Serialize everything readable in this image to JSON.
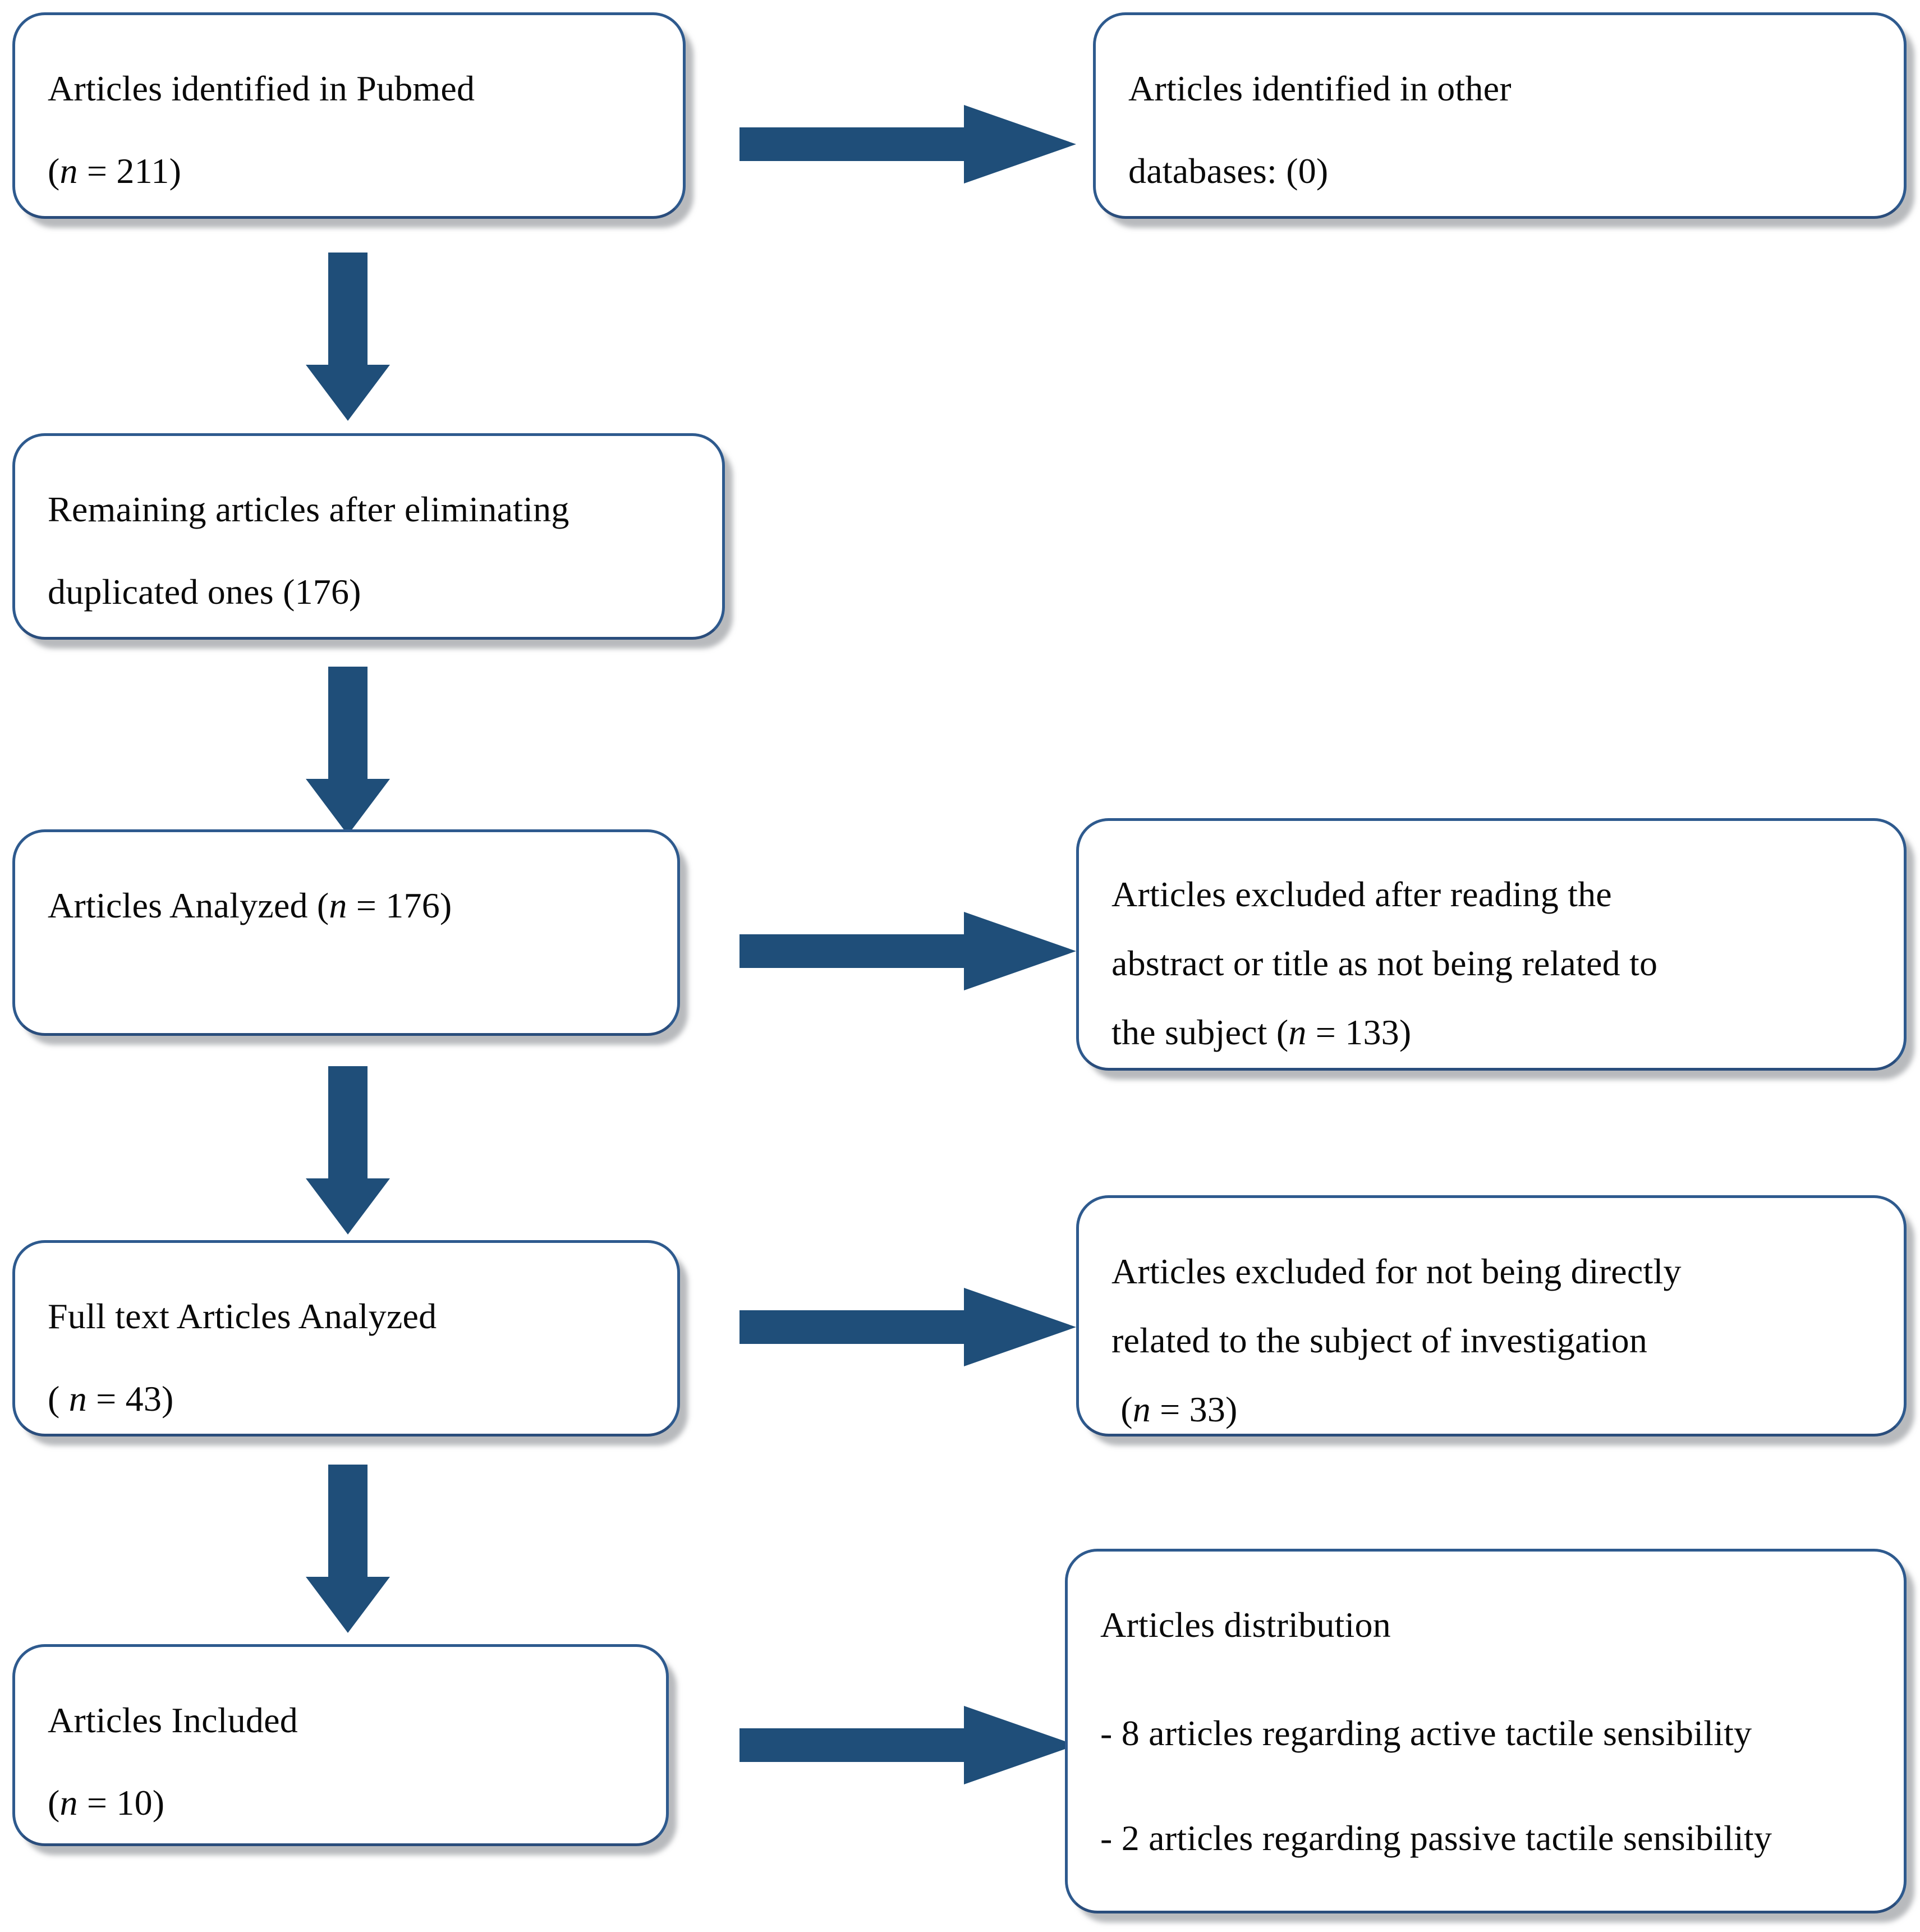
{
  "diagram": {
    "title": "PRISMA article selection flow diagram",
    "accent_color": "#1F4E79",
    "arrow_color": "#1F4E79",
    "border_color": "#2E5A8E",
    "background_color": "#FFFFFF",
    "text_color": "#000000"
  },
  "nodes": {
    "pubmed": {
      "name": "Articles identified in Pubmed",
      "line1": "Articles identified in Pubmed",
      "line2_prefix": "(",
      "line2_var": "n",
      "line2_suffix": " = 211)",
      "count": 211
    },
    "other_databases": {
      "name": "Articles identified in other databases",
      "line1": "Articles identified in other",
      "line2": "databases: (0)",
      "count": 0
    },
    "remaining": {
      "name": "Remaining articles after eliminating duplicated ones",
      "line1": "Remaining articles after eliminating",
      "line2": "duplicated ones (176)",
      "count": 176
    },
    "analyzed": {
      "name": "Articles Analyzed",
      "line1_prefix": "Articles Analyzed (",
      "line1_var": "n",
      "line1_suffix": " = 176)",
      "count": 176
    },
    "excluded_abstract": {
      "name": "Articles excluded after reading the abstract or title",
      "line1": "Articles excluded after reading the",
      "line2": "abstract or title as not being related to",
      "line3_prefix": "the subject (",
      "line3_var": "n",
      "line3_suffix": " = 133)",
      "count": 133
    },
    "fulltext": {
      "name": "Full text Articles Analyzed",
      "line1": "Full text Articles Analyzed",
      "line2_prefix": "( ",
      "line2_var": "n",
      "line2_suffix": " = 43)",
      "count": 43
    },
    "excluded_direct": {
      "name": "Articles excluded for not being directly related",
      "line1": "Articles excluded for not being directly",
      "line2": "related to the subject of investigation",
      "line3_prefix": " (",
      "line3_var": "n",
      "line3_suffix": " = 33)",
      "count": 33
    },
    "included": {
      "name": "Articles Included",
      "line1": "Articles Included",
      "line2_prefix": "(",
      "line2_var": "n",
      "line2_suffix": " = 10)",
      "count": 10
    },
    "distribution": {
      "name": "Articles distribution",
      "heading": "Articles distribution",
      "item1": "- 8 articles regarding active tactile sensibility",
      "item2": "- 2 articles regarding passive tactile sensibility",
      "active_count": 8,
      "passive_count": 2
    }
  },
  "arrows": [
    {
      "id": "pubmed-to-otherdb",
      "direction": "right",
      "from": "pubmed",
      "to": "other_databases"
    },
    {
      "id": "pubmed-down",
      "direction": "down",
      "from": "pubmed",
      "to": "remaining"
    },
    {
      "id": "remaining-down",
      "direction": "down",
      "from": "remaining",
      "to": "analyzed"
    },
    {
      "id": "analyzed-to-excl",
      "direction": "right",
      "from": "analyzed",
      "to": "excluded_abstract"
    },
    {
      "id": "analyzed-down",
      "direction": "down",
      "from": "analyzed",
      "to": "fulltext"
    },
    {
      "id": "fulltext-to-excl",
      "direction": "right",
      "from": "fulltext",
      "to": "excluded_direct"
    },
    {
      "id": "fulltext-down",
      "direction": "down",
      "from": "fulltext",
      "to": "included"
    },
    {
      "id": "included-to-dist",
      "direction": "right",
      "from": "included",
      "to": "distribution"
    }
  ]
}
